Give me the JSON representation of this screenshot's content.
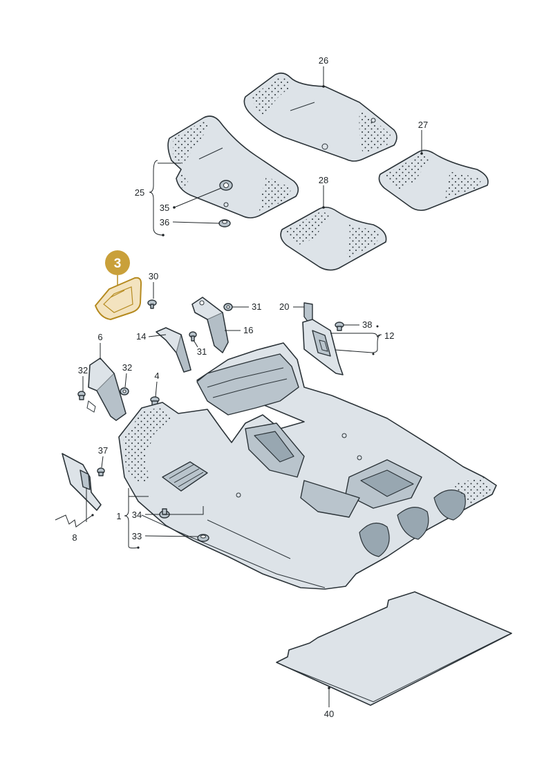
{
  "diagram": {
    "highlight_color": "#c9a03a",
    "highlight_badge": "3",
    "labels": {
      "l26": "26",
      "l27": "27",
      "l28": "28",
      "l25": "25",
      "l35": "35",
      "l36": "36",
      "l30": "30",
      "l31a": "31",
      "l16": "16",
      "l20": "20",
      "l38": "38",
      "l12": "12",
      "l14": "14",
      "l31b": "31",
      "l6": "6",
      "l32a": "32",
      "l32b": "32",
      "l4": "4",
      "l37": "37",
      "l8": "8",
      "l1": "1",
      "l34": "34",
      "l33": "33",
      "l40": "40"
    }
  }
}
